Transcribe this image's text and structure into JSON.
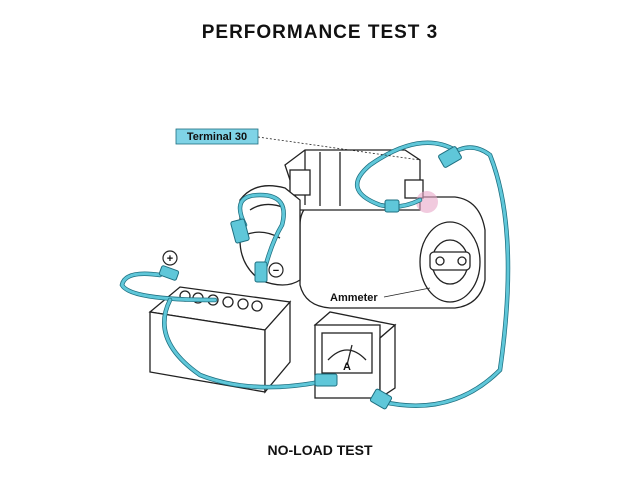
{
  "title": "PERFORMANCE TEST 3",
  "caption": "NO-LOAD TEST",
  "labels": {
    "terminal": "Terminal 30",
    "ammeter": "Ammeter",
    "meter_unit": "A",
    "plus_symbol": "+",
    "minus_symbol": "−"
  },
  "colors": {
    "cable": "#5fc7d9",
    "cable_dark": "#1e6f80",
    "label_box": "#7fd3e6",
    "terminal_highlight": "#e7a7c8",
    "line": "#222222"
  }
}
